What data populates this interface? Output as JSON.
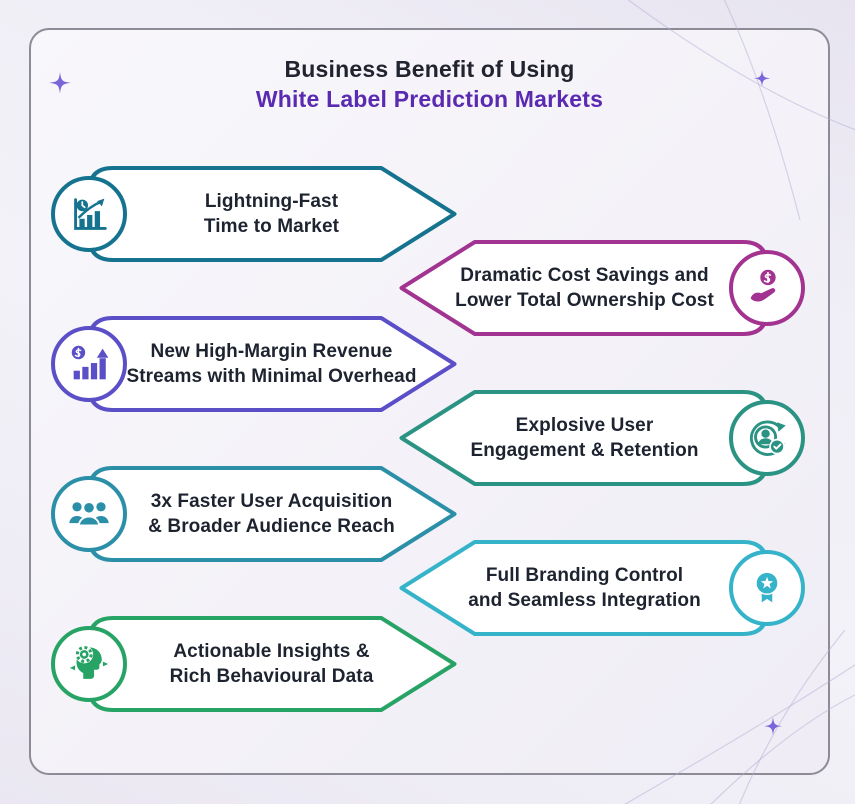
{
  "title": {
    "line1": "Business Benefit of Using",
    "line2": "White Label Prediction Markets",
    "line1_color": "#21242e",
    "line2_color": "#5a2ab0"
  },
  "items": [
    {
      "side": "left",
      "accent": "#16738f",
      "icon": "time-to-market-icon",
      "line1": "Lightning-Fast",
      "line2": "Time to Market"
    },
    {
      "side": "right",
      "accent": "#a23390",
      "icon": "cost-savings-icon",
      "line1": "Dramatic Cost Savings and",
      "line2": "Lower Total Ownership Cost"
    },
    {
      "side": "left",
      "accent": "#5b4fc7",
      "icon": "revenue-streams-icon",
      "line1": "New High-Margin Revenue",
      "line2": "Streams with Minimal Overhead"
    },
    {
      "side": "right",
      "accent": "#2a9383",
      "icon": "engagement-retention-icon",
      "line1": "Explosive User",
      "line2": "Engagement & Retention"
    },
    {
      "side": "left",
      "accent": "#2b8fa8",
      "icon": "user-acquisition-icon",
      "line1": "3x Faster User Acquisition",
      "line2": "& Broader Audience Reach"
    },
    {
      "side": "right",
      "accent": "#35b3c9",
      "icon": "branding-badge-icon",
      "line1": "Full Branding Control",
      "line2": "and Seamless Integration"
    },
    {
      "side": "left",
      "accent": "#27a465",
      "icon": "insights-head-gear-icon",
      "line1": "Actionable Insights &",
      "line2": "Rich Behavioural Data"
    }
  ],
  "decor": {
    "sparkle_color": "#7a66d8",
    "arc_color": "#b6afd6",
    "card_border_color": "#8d8c96"
  }
}
